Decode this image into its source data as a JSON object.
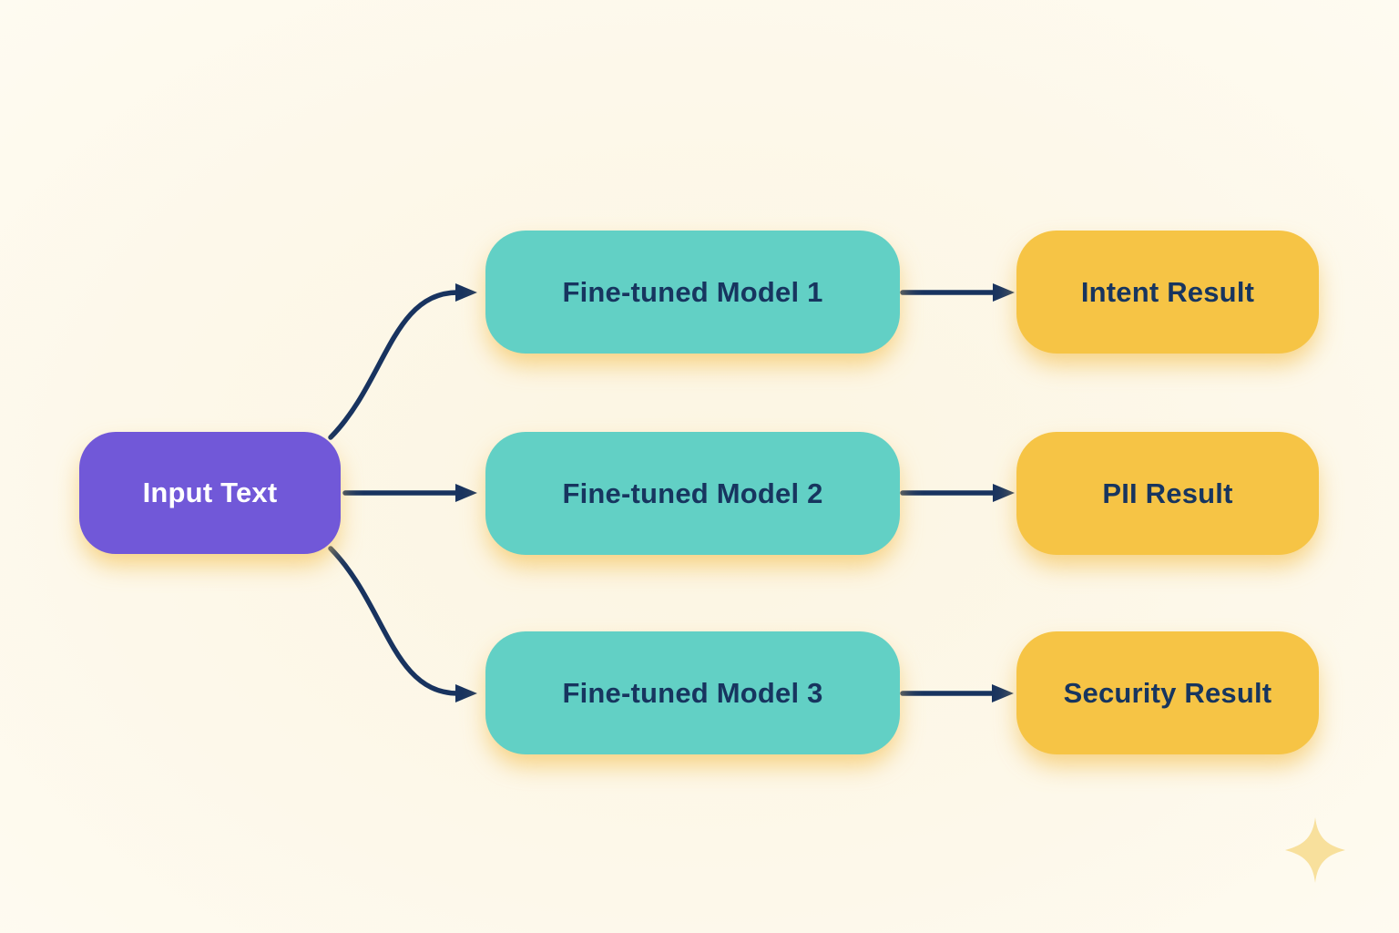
{
  "colors": {
    "background": "#fdf8ea",
    "input_fill": "#7158d8",
    "model_fill": "#62d0c5",
    "result_fill": "#f6c445",
    "arrow": "#18335f",
    "text_dark": "#17355f",
    "text_light": "#ffffff",
    "glow": "#f4c660",
    "sparkle": "#f8e09c"
  },
  "diagram": {
    "input": {
      "label": "Input Text"
    },
    "models": [
      {
        "label": "Fine-tuned Model 1"
      },
      {
        "label": "Fine-tuned Model 2"
      },
      {
        "label": "Fine-tuned Model 3"
      }
    ],
    "results": [
      {
        "label": "Intent Result"
      },
      {
        "label": "PII Result"
      },
      {
        "label": "Security Result"
      }
    ]
  }
}
